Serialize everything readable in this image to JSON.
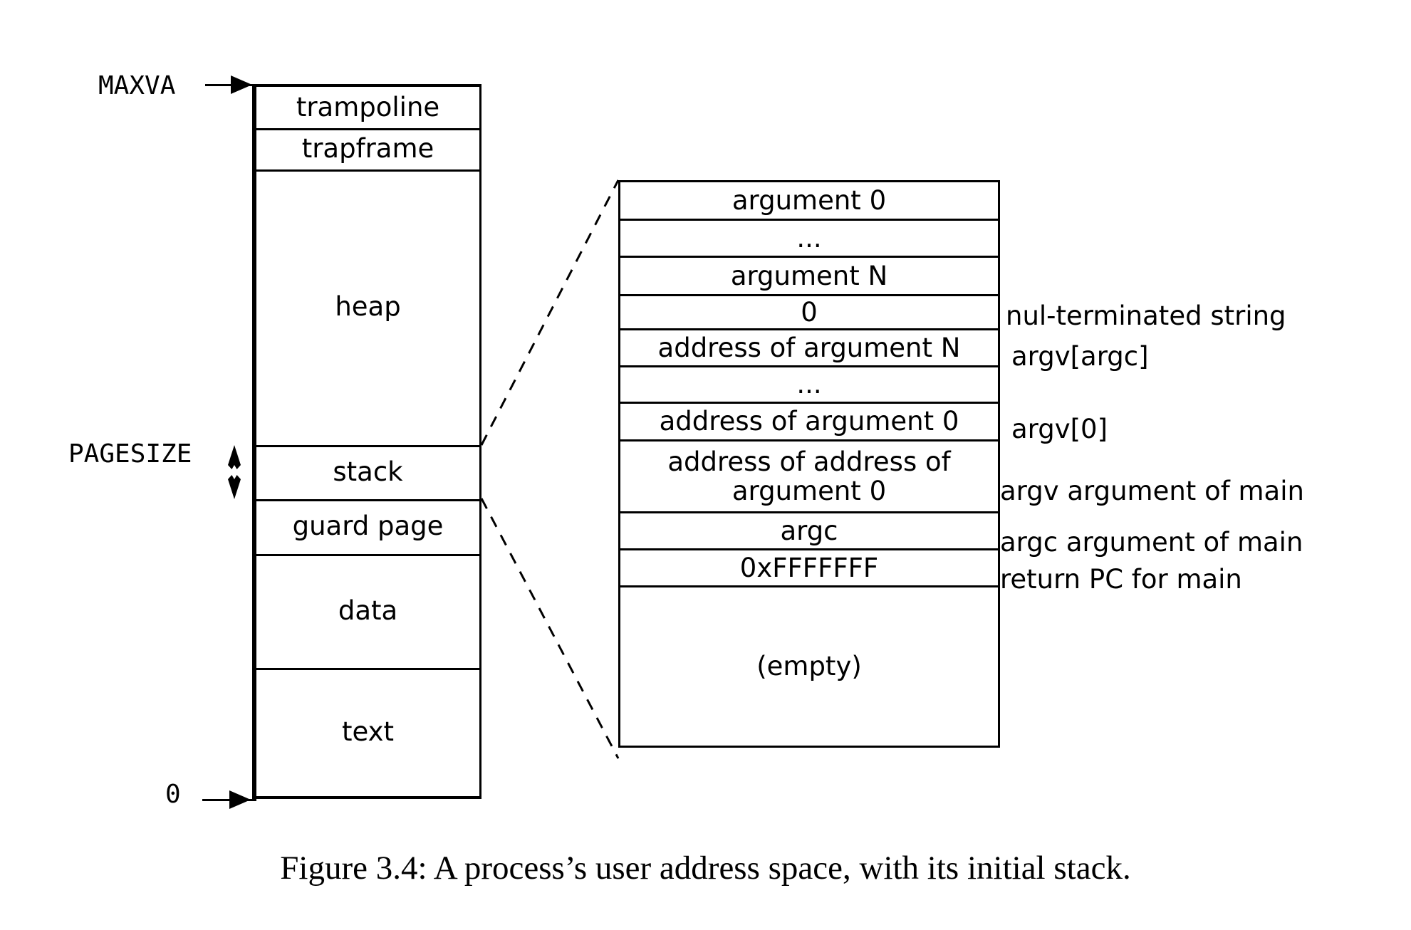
{
  "figure": {
    "caption": "Figure 3.4: A process’s user address space, with its initial stack."
  },
  "address_space": {
    "top_label": "MAXVA",
    "bottom_label": "0",
    "pagesize_label": "PAGESIZE",
    "segments": [
      {
        "name": "trampoline",
        "label": "trampoline"
      },
      {
        "name": "trapframe",
        "label": "trapframe"
      },
      {
        "name": "heap",
        "label": "heap"
      },
      {
        "name": "stack",
        "label": "stack"
      },
      {
        "name": "guard-page",
        "label": "guard page"
      },
      {
        "name": "data",
        "label": "data"
      },
      {
        "name": "text",
        "label": "text"
      }
    ]
  },
  "stack_detail": {
    "rows": [
      {
        "label": "argument 0"
      },
      {
        "label": "..."
      },
      {
        "label": "argument N"
      },
      {
        "label": "0"
      },
      {
        "label": "address of argument N"
      },
      {
        "label": "..."
      },
      {
        "label": "address of argument 0"
      },
      {
        "label": "address of address of argument 0"
      },
      {
        "label": "argc"
      },
      {
        "label": "0xFFFFFFF"
      },
      {
        "label": "(empty)"
      }
    ],
    "annotations": [
      {
        "name": "nul-terminated-string",
        "label": "nul-terminated string"
      },
      {
        "name": "argv-argc",
        "label": "argv[argc]"
      },
      {
        "name": "argv-0",
        "label": "argv[0]"
      },
      {
        "name": "argv-argument-of-main",
        "label": "argv argument of main"
      },
      {
        "name": "argc-argument-of-main",
        "label": "argc argument of main"
      },
      {
        "name": "return-pc-for-main",
        "label": "return PC for main"
      }
    ]
  },
  "colors": {
    "ink": "#000000",
    "background": "#ffffff"
  }
}
